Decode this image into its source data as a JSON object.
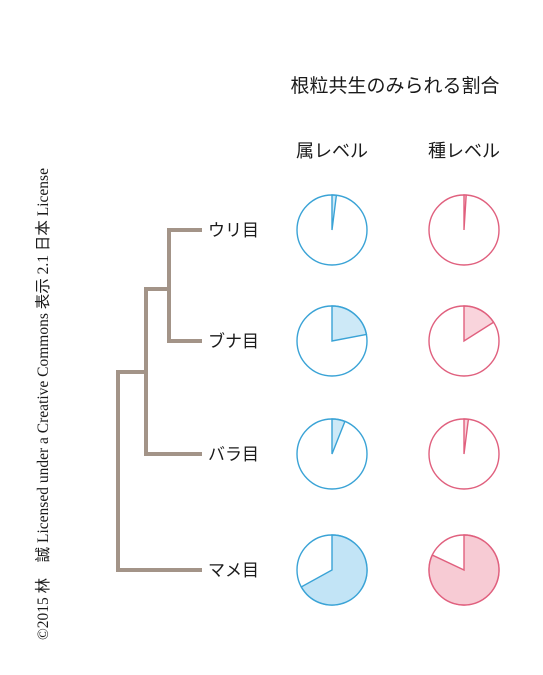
{
  "credit": "©2015 林　誠 Licensed under a Creative Commons 表示 2.1 日本 License",
  "title": "根粒共生のみられる割合",
  "columns": [
    "属レベル",
    "種レベル"
  ],
  "orders": [
    "ウリ目",
    "ブナ目",
    "バラ目",
    "マメ目"
  ],
  "colors": {
    "tree": "#a39488",
    "genus_stroke": "#3aa3d6",
    "genus_fill": "#cde9f7",
    "genus_fill_large": "#c2e4f6",
    "species_stroke": "#e0607e",
    "species_fill": "#f9d4dc",
    "species_fill_large": "#f7cbd4"
  },
  "chart_data": [
    {
      "type": "pie",
      "title": "属レベル",
      "categories": [
        "ウリ目",
        "ブナ目",
        "バラ目",
        "マメ目"
      ],
      "values": [
        0.02,
        0.22,
        0.06,
        0.67
      ]
    },
    {
      "type": "pie",
      "title": "種レベル",
      "categories": [
        "ウリ目",
        "ブナ目",
        "バラ目",
        "マメ目"
      ],
      "values": [
        0.01,
        0.16,
        0.02,
        0.82
      ]
    }
  ]
}
